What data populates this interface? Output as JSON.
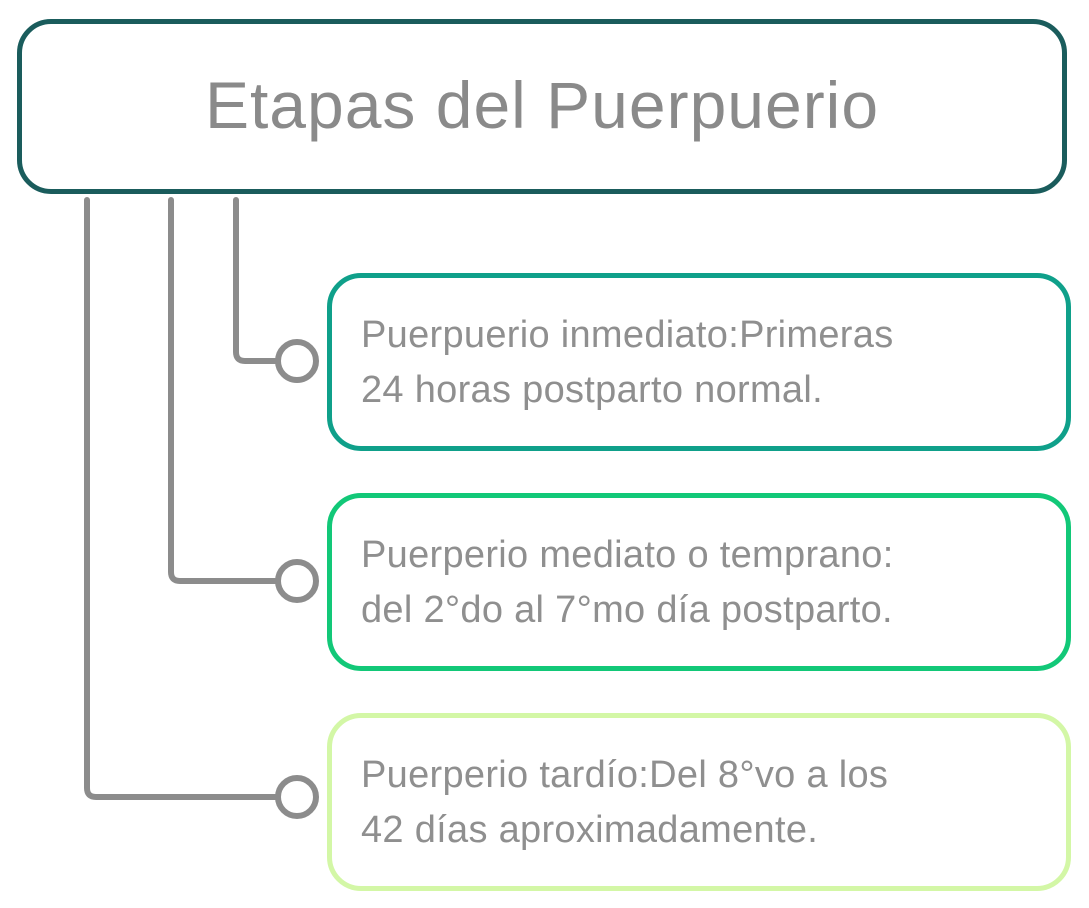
{
  "diagram": {
    "title": "Etapas del Puerpuerio",
    "title_border_color": "#1a5c5c",
    "connector_color": "#8c8c8c",
    "stages": [
      {
        "line1": "Puerpuerio inmediato:Primeras",
        "line2": "24 horas postparto normal.",
        "border_color": "#0fa08a"
      },
      {
        "line1": "Puerperio mediato o temprano:",
        "line2": "del 2°do al 7°mo día postparto.",
        "border_color": "#12c878"
      },
      {
        "line1": "Puerperio tardío:Del 8°vo a los",
        "line2": "42 días aproximadamente.",
        "border_color": "#d3f7a6"
      }
    ]
  }
}
